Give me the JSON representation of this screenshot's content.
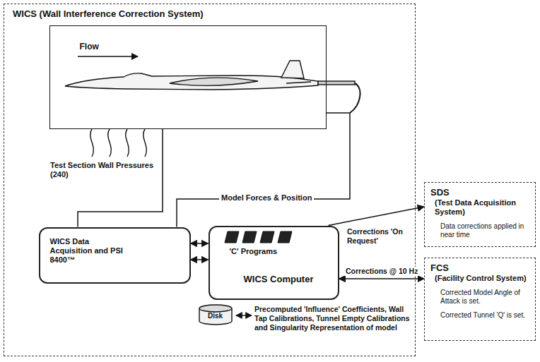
{
  "diagram": {
    "nodes": [
      {
        "text": [
          "WICS (Wall Interference Correction System)"
        ]
      },
      {
        "text": [
          "Flow"
        ],
        "in": 0
      },
      {
        "text": [
          "WICS Data Acquisition and PSI 8400™"
        ],
        "in": 0
      },
      {
        "text": [
          "'C' Programs",
          "WICS Computer"
        ],
        "in": 0
      },
      {
        "text": [
          "Disk"
        ],
        "in": 0
      },
      {
        "text": [
          "SDS",
          "(Test Data Acquisition System)",
          "Data corrections applied in near time"
        ]
      },
      {
        "text": [
          "FCS",
          "(Facility Control System)",
          "Corrected Model Angle of Attack is set.",
          "Corrected Tunnel 'Q' is set."
        ]
      }
    ],
    "edges": [
      {
        "from": 1,
        "to": 2,
        "arrow": "none",
        "label": "Test Section Wall Pressures (240)"
      },
      {
        "from": 1,
        "to": 2,
        "arrow": "none",
        "label": "Model Forces & Position"
      },
      {
        "from": 2,
        "to": 3,
        "arrow": "both"
      },
      {
        "from": 2,
        "to": 3,
        "arrow": "both"
      },
      {
        "from": 3,
        "to": 5,
        "arrow": "to",
        "label": "Corrections 'On Request'"
      },
      {
        "from": 3,
        "to": 6,
        "arrow": "both",
        "label": "Corrections @ 10 Hz"
      }
    ],
    "labels": [
      "Precomputed 'Influence' Coefficients, Wall Tap Calibrations, Tunnel Empty Calibrations and Singularity Representation of model"
    ]
  }
}
